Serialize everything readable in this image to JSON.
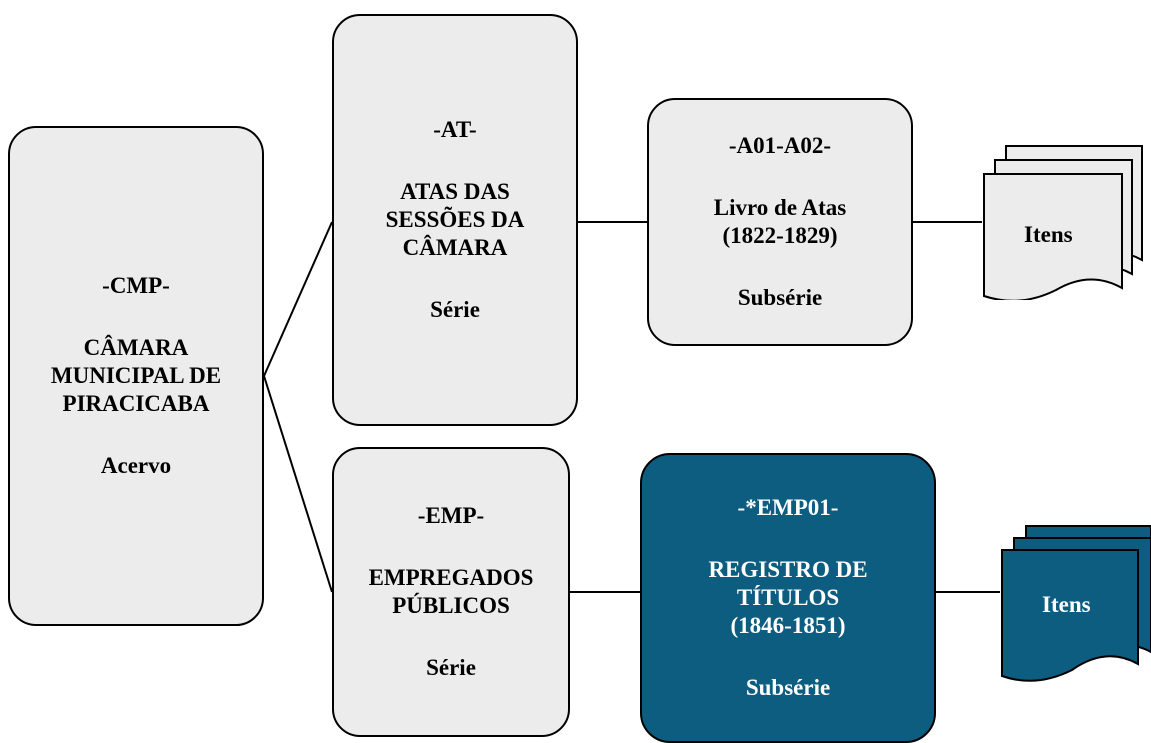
{
  "nodes": {
    "cmp": {
      "code": "-CMP-",
      "title_lines": [
        "CÂMARA",
        "MUNICIPAL DE",
        "PIRACICABA"
      ],
      "level": "Acervo"
    },
    "at": {
      "code": "-AT-",
      "title_lines": [
        "ATAS DAS",
        "SESSÕES DA",
        "CÂMARA"
      ],
      "level": "Série"
    },
    "a01": {
      "code": "-A01-A02-",
      "title_lines": [
        "Livro de Atas",
        "(1822-1829)"
      ],
      "level": "Subsérie"
    },
    "emp": {
      "code": "-EMP-",
      "title_lines": [
        "EMPREGADOS",
        "PÚBLICOS"
      ],
      "level": "Série"
    },
    "emp01": {
      "code": "-*EMP01-",
      "title_lines": [
        "REGISTRO DE",
        "TÍTULOS",
        "(1846-1851)"
      ],
      "level": "Subsérie"
    }
  },
  "items_top": {
    "label": "Itens"
  },
  "items_bottom": {
    "label": "Itens"
  },
  "colors": {
    "box_fill": "#ececec",
    "highlight_fill": "#0d5d80",
    "highlight_text": "#ffffff",
    "stroke": "#000000"
  }
}
